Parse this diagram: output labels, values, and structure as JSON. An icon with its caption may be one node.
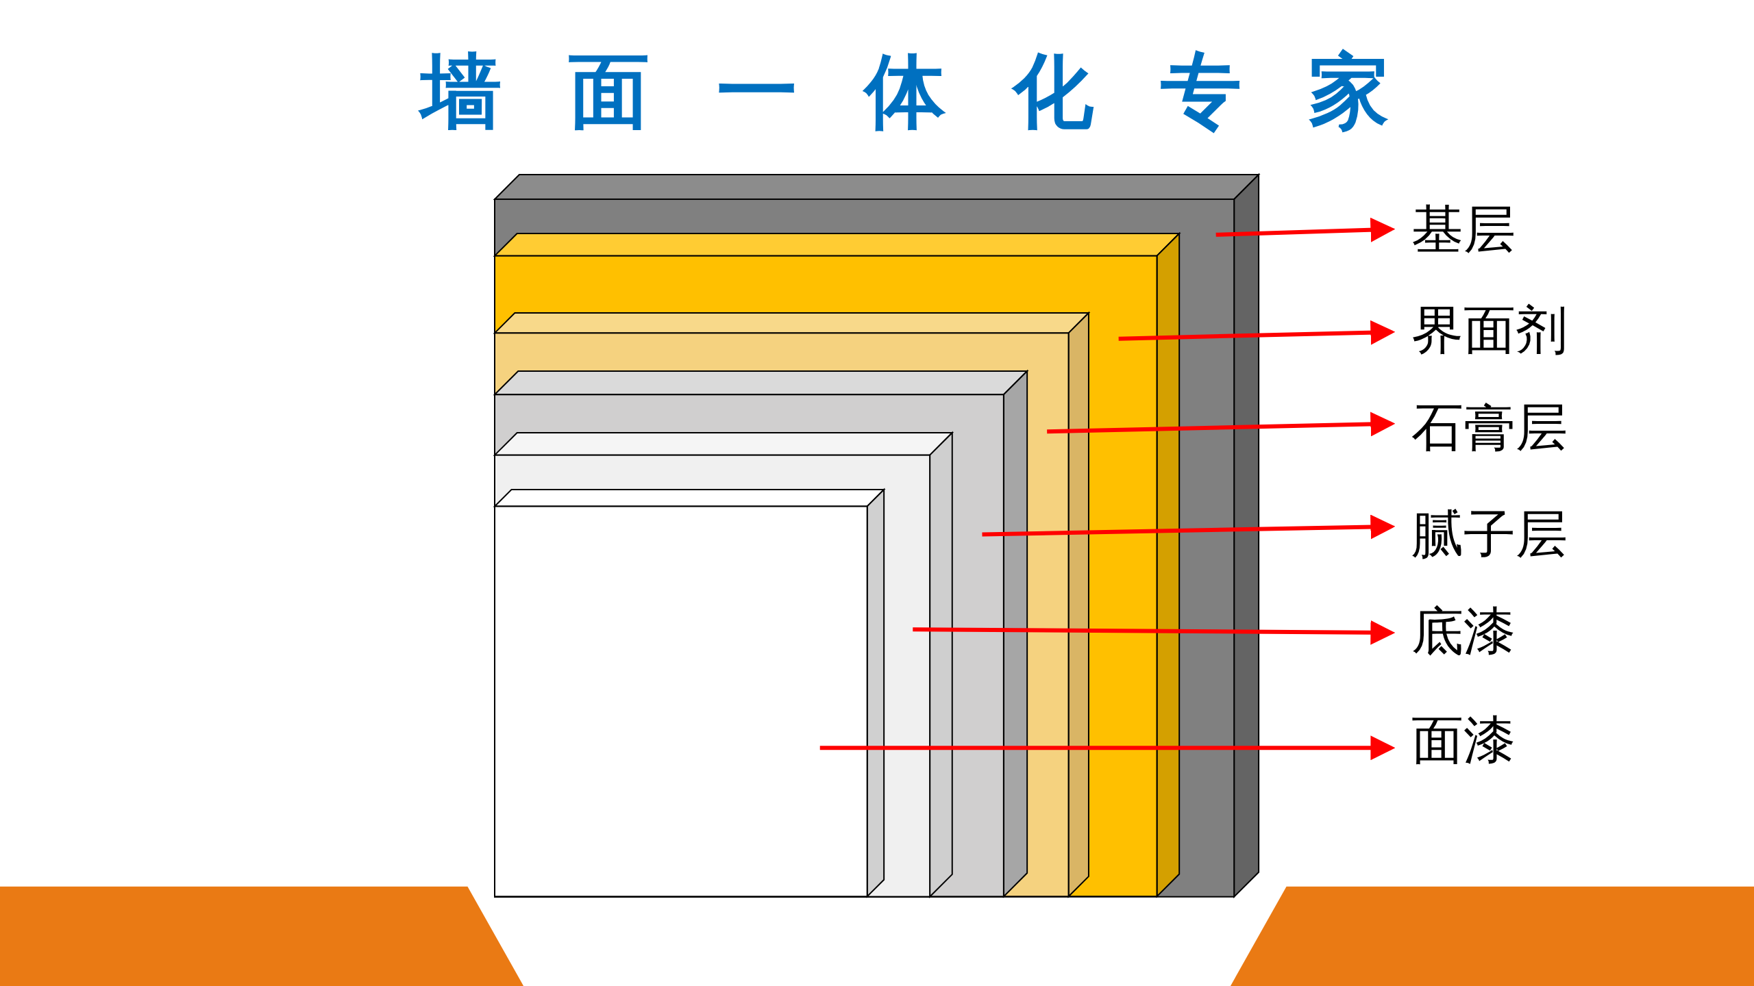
{
  "diagram": {
    "title": "墙面一体化专家",
    "nodes": [
      {
        "text": [],
        "shape": "box"
      },
      {
        "text": [],
        "shape": "box",
        "in": 0
      },
      {
        "text": [],
        "shape": "box",
        "in": 1
      },
      {
        "text": [],
        "shape": "box",
        "in": 2
      },
      {
        "text": [],
        "shape": "box",
        "in": 3
      },
      {
        "text": [],
        "shape": "box",
        "in": 4
      },
      {
        "text": [
          "基层"
        ]
      },
      {
        "text": [
          "界面剂"
        ]
      },
      {
        "text": [
          "石膏层"
        ]
      },
      {
        "text": [
          "腻子层"
        ]
      },
      {
        "text": [
          "底漆"
        ]
      },
      {
        "text": [
          "面漆"
        ]
      }
    ],
    "edges": [
      {
        "from": 0,
        "to": 6,
        "arrow": "to"
      },
      {
        "from": 1,
        "to": 7,
        "arrow": "to"
      },
      {
        "from": 2,
        "to": 8,
        "arrow": "to"
      },
      {
        "from": 3,
        "to": 9,
        "arrow": "to"
      },
      {
        "from": 4,
        "to": 10,
        "arrow": "to"
      },
      {
        "from": 5,
        "to": 11,
        "arrow": "to"
      }
    ]
  }
}
